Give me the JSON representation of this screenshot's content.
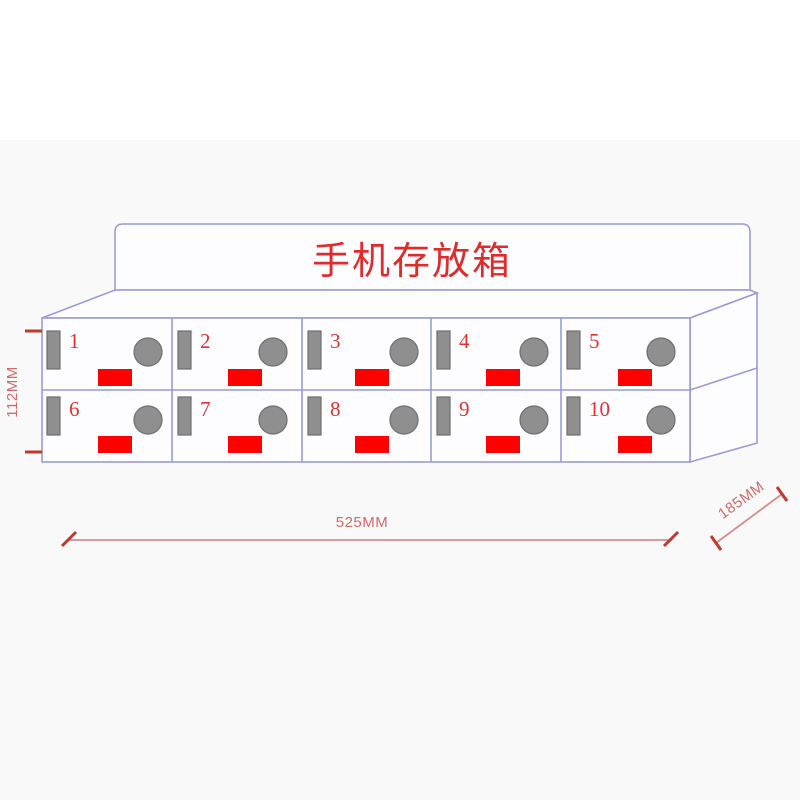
{
  "diagram": {
    "title": "手机存放箱",
    "title_color": "#e02b2b",
    "line_color": "#9a9ad8",
    "accent_red": "#fe0000",
    "gray": "#8f8f8f",
    "dimension_color": "#d98a8a",
    "background": "#ffffff",
    "band_color": "#f9f9f9"
  },
  "dimensions": {
    "width": {
      "label": "525MM",
      "value": 525,
      "unit": "MM",
      "orientation": "horizontal",
      "position": "bottom"
    },
    "height": {
      "label": "112MM",
      "value": 112,
      "unit": "MM",
      "orientation": "vertical",
      "position": "left"
    },
    "depth": {
      "label": "185MM",
      "value": 185,
      "unit": "MM",
      "orientation": "diagonal",
      "position": "bottom-right"
    }
  },
  "grid": {
    "columns": 5,
    "rows": 2,
    "total_slots": 10,
    "slots": [
      {
        "number": "1",
        "row": 0,
        "col": 0
      },
      {
        "number": "2",
        "row": 0,
        "col": 1
      },
      {
        "number": "3",
        "row": 0,
        "col": 2
      },
      {
        "number": "4",
        "row": 0,
        "col": 3
      },
      {
        "number": "5",
        "row": 0,
        "col": 4
      },
      {
        "number": "6",
        "row": 1,
        "col": 0
      },
      {
        "number": "7",
        "row": 1,
        "col": 1
      },
      {
        "number": "8",
        "row": 1,
        "col": 2
      },
      {
        "number": "9",
        "row": 1,
        "col": 3
      },
      {
        "number": "10",
        "row": 1,
        "col": 4
      }
    ],
    "slot_contents": [
      {
        "name": "phone-silhouette",
        "shape": "vertical-bar",
        "color": "#8f8f8f"
      },
      {
        "name": "knob",
        "shape": "circle",
        "color": "#8f8f8f"
      },
      {
        "name": "label-tag",
        "shape": "rectangle",
        "color": "#fe0000"
      }
    ]
  }
}
